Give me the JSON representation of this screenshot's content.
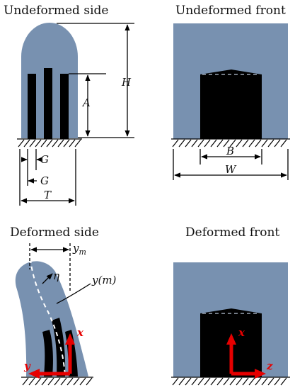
{
  "panels": {
    "undeformed_side": {
      "title": "Undeformed side",
      "labels": {
        "H": "H",
        "A": "A",
        "G1": "G",
        "G2": "G",
        "T": "T"
      }
    },
    "undeformed_front": {
      "title": "Undeformed front",
      "labels": {
        "B": "B",
        "W": "W"
      }
    },
    "deformed_side": {
      "title": "Deformed side",
      "labels": {
        "y_m": "y",
        "y_m_sub": "m",
        "eta": "η",
        "y_of_m": "y(m)",
        "x_axis": "x",
        "y_axis": "y"
      }
    },
    "deformed_front": {
      "title": "Deformed front",
      "labels": {
        "x_axis": "x",
        "z_axis": "z"
      }
    }
  },
  "colors": {
    "body": "#7891b0",
    "teeth": "#000000",
    "axes": "#e60000",
    "line": "#000000"
  }
}
